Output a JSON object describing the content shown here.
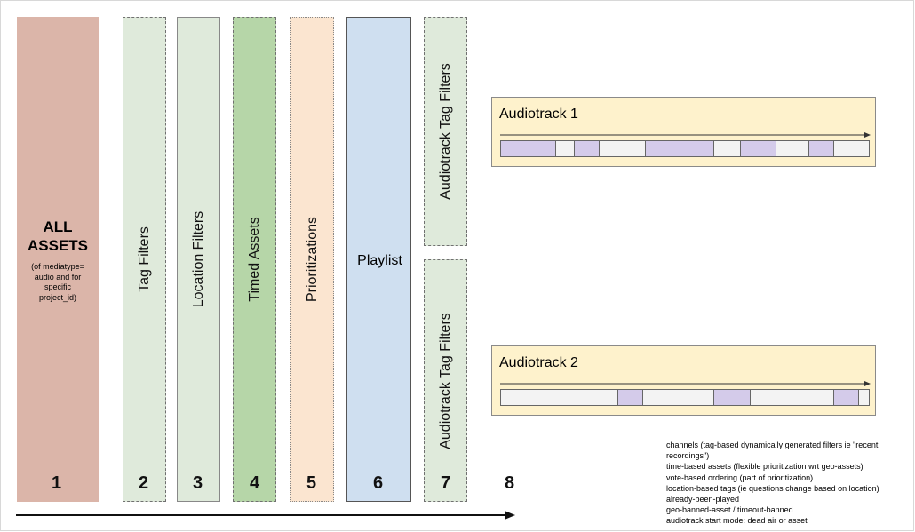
{
  "columns": [
    {
      "id": "c1",
      "label": "",
      "number": "1",
      "title": "ALL\nASSETS",
      "note": "(of mediatype=\naudio and for\nspecific\nproject_id)",
      "fill": "#dbb5a9"
    },
    {
      "id": "c2",
      "label": "Tag Filters",
      "number": "2",
      "fill": "#dfeadb"
    },
    {
      "id": "c3",
      "label": "Location Filters",
      "number": "3",
      "fill": "#dfeadb"
    },
    {
      "id": "c4",
      "label": "Timed Assets",
      "number": "4",
      "fill": "#b6d6a8"
    },
    {
      "id": "c5",
      "label": "Prioritizations",
      "number": "5",
      "fill": "#fbe5d0"
    },
    {
      "id": "c6",
      "label": "Playlist",
      "number": "6",
      "fill": "#cfdff0"
    },
    {
      "id": "c7",
      "label_top": "Audiotrack Tag Filters",
      "label_bottom": "Audiotrack Tag Filters",
      "number": "7",
      "fill": "#dfeadb"
    },
    {
      "id": "c8",
      "number": "8"
    }
  ],
  "tracks": [
    {
      "title": "Audiotrack 1",
      "segments": [
        "purple",
        "light",
        "purple",
        "light",
        "purple",
        "light",
        "purple",
        "light",
        "purple",
        "light"
      ]
    },
    {
      "title": "Audiotrack 2",
      "segments": [
        "light",
        "purple",
        "light",
        "purple",
        "light",
        "purple",
        "light"
      ]
    }
  ],
  "notes": [
    "channels (tag-based dynamically generated filters ie \"recent recordings\")",
    "time-based assets (flexible prioritization wrt geo-assets)",
    "vote-based ordering (part of prioritization)",
    "location-based tags (ie questions change based on location)",
    "already-been-played",
    "geo-banned-asset / timeout-banned",
    "audiotrack start mode: dead air or asset"
  ],
  "colors": {
    "segment_purple": "#d4cbea",
    "segment_light": "#f3f3f3",
    "track_bg": "#fef2cc"
  }
}
